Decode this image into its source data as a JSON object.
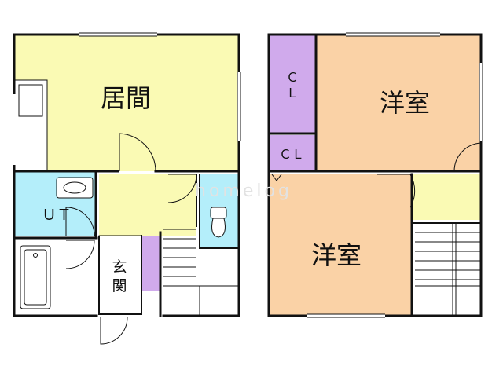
{
  "rooms": {
    "living": "居間",
    "ut": "ＵＴ",
    "entrance_line1": "玄",
    "entrance_line2": "関",
    "western_upper": "洋室",
    "western_lower": "洋室",
    "cl_upper_line1": "Ｃ",
    "cl_upper_line2": "Ｌ",
    "cl_lower": "ＣＬ"
  },
  "watermark": "homelog",
  "colors": {
    "living": "#fafab4",
    "ut": "#b4eefa",
    "western": "#fad2a6",
    "closet": "#d0aaec",
    "hall": "#fafab4",
    "wall": "#111111"
  }
}
